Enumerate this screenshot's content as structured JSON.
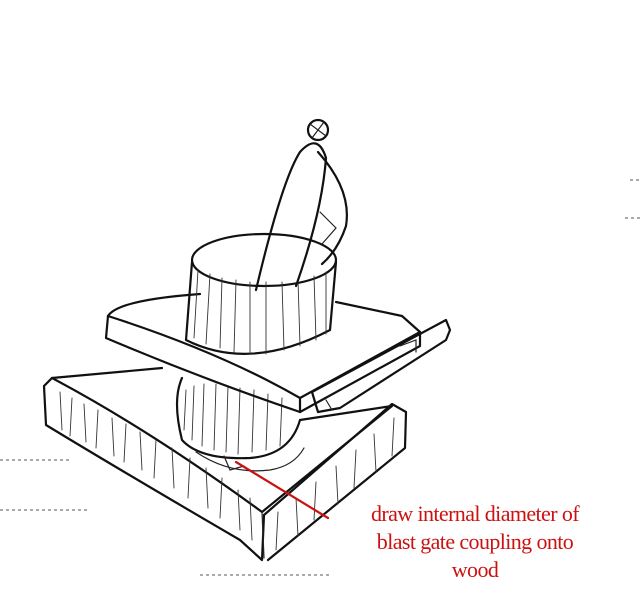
{
  "colors": {
    "ink": "#111111",
    "annotation": "#cc1111",
    "background": "#ffffff"
  },
  "annotation": {
    "lines": [
      "draw internal diameter of",
      "blast gate coupling onto",
      "wood"
    ]
  }
}
